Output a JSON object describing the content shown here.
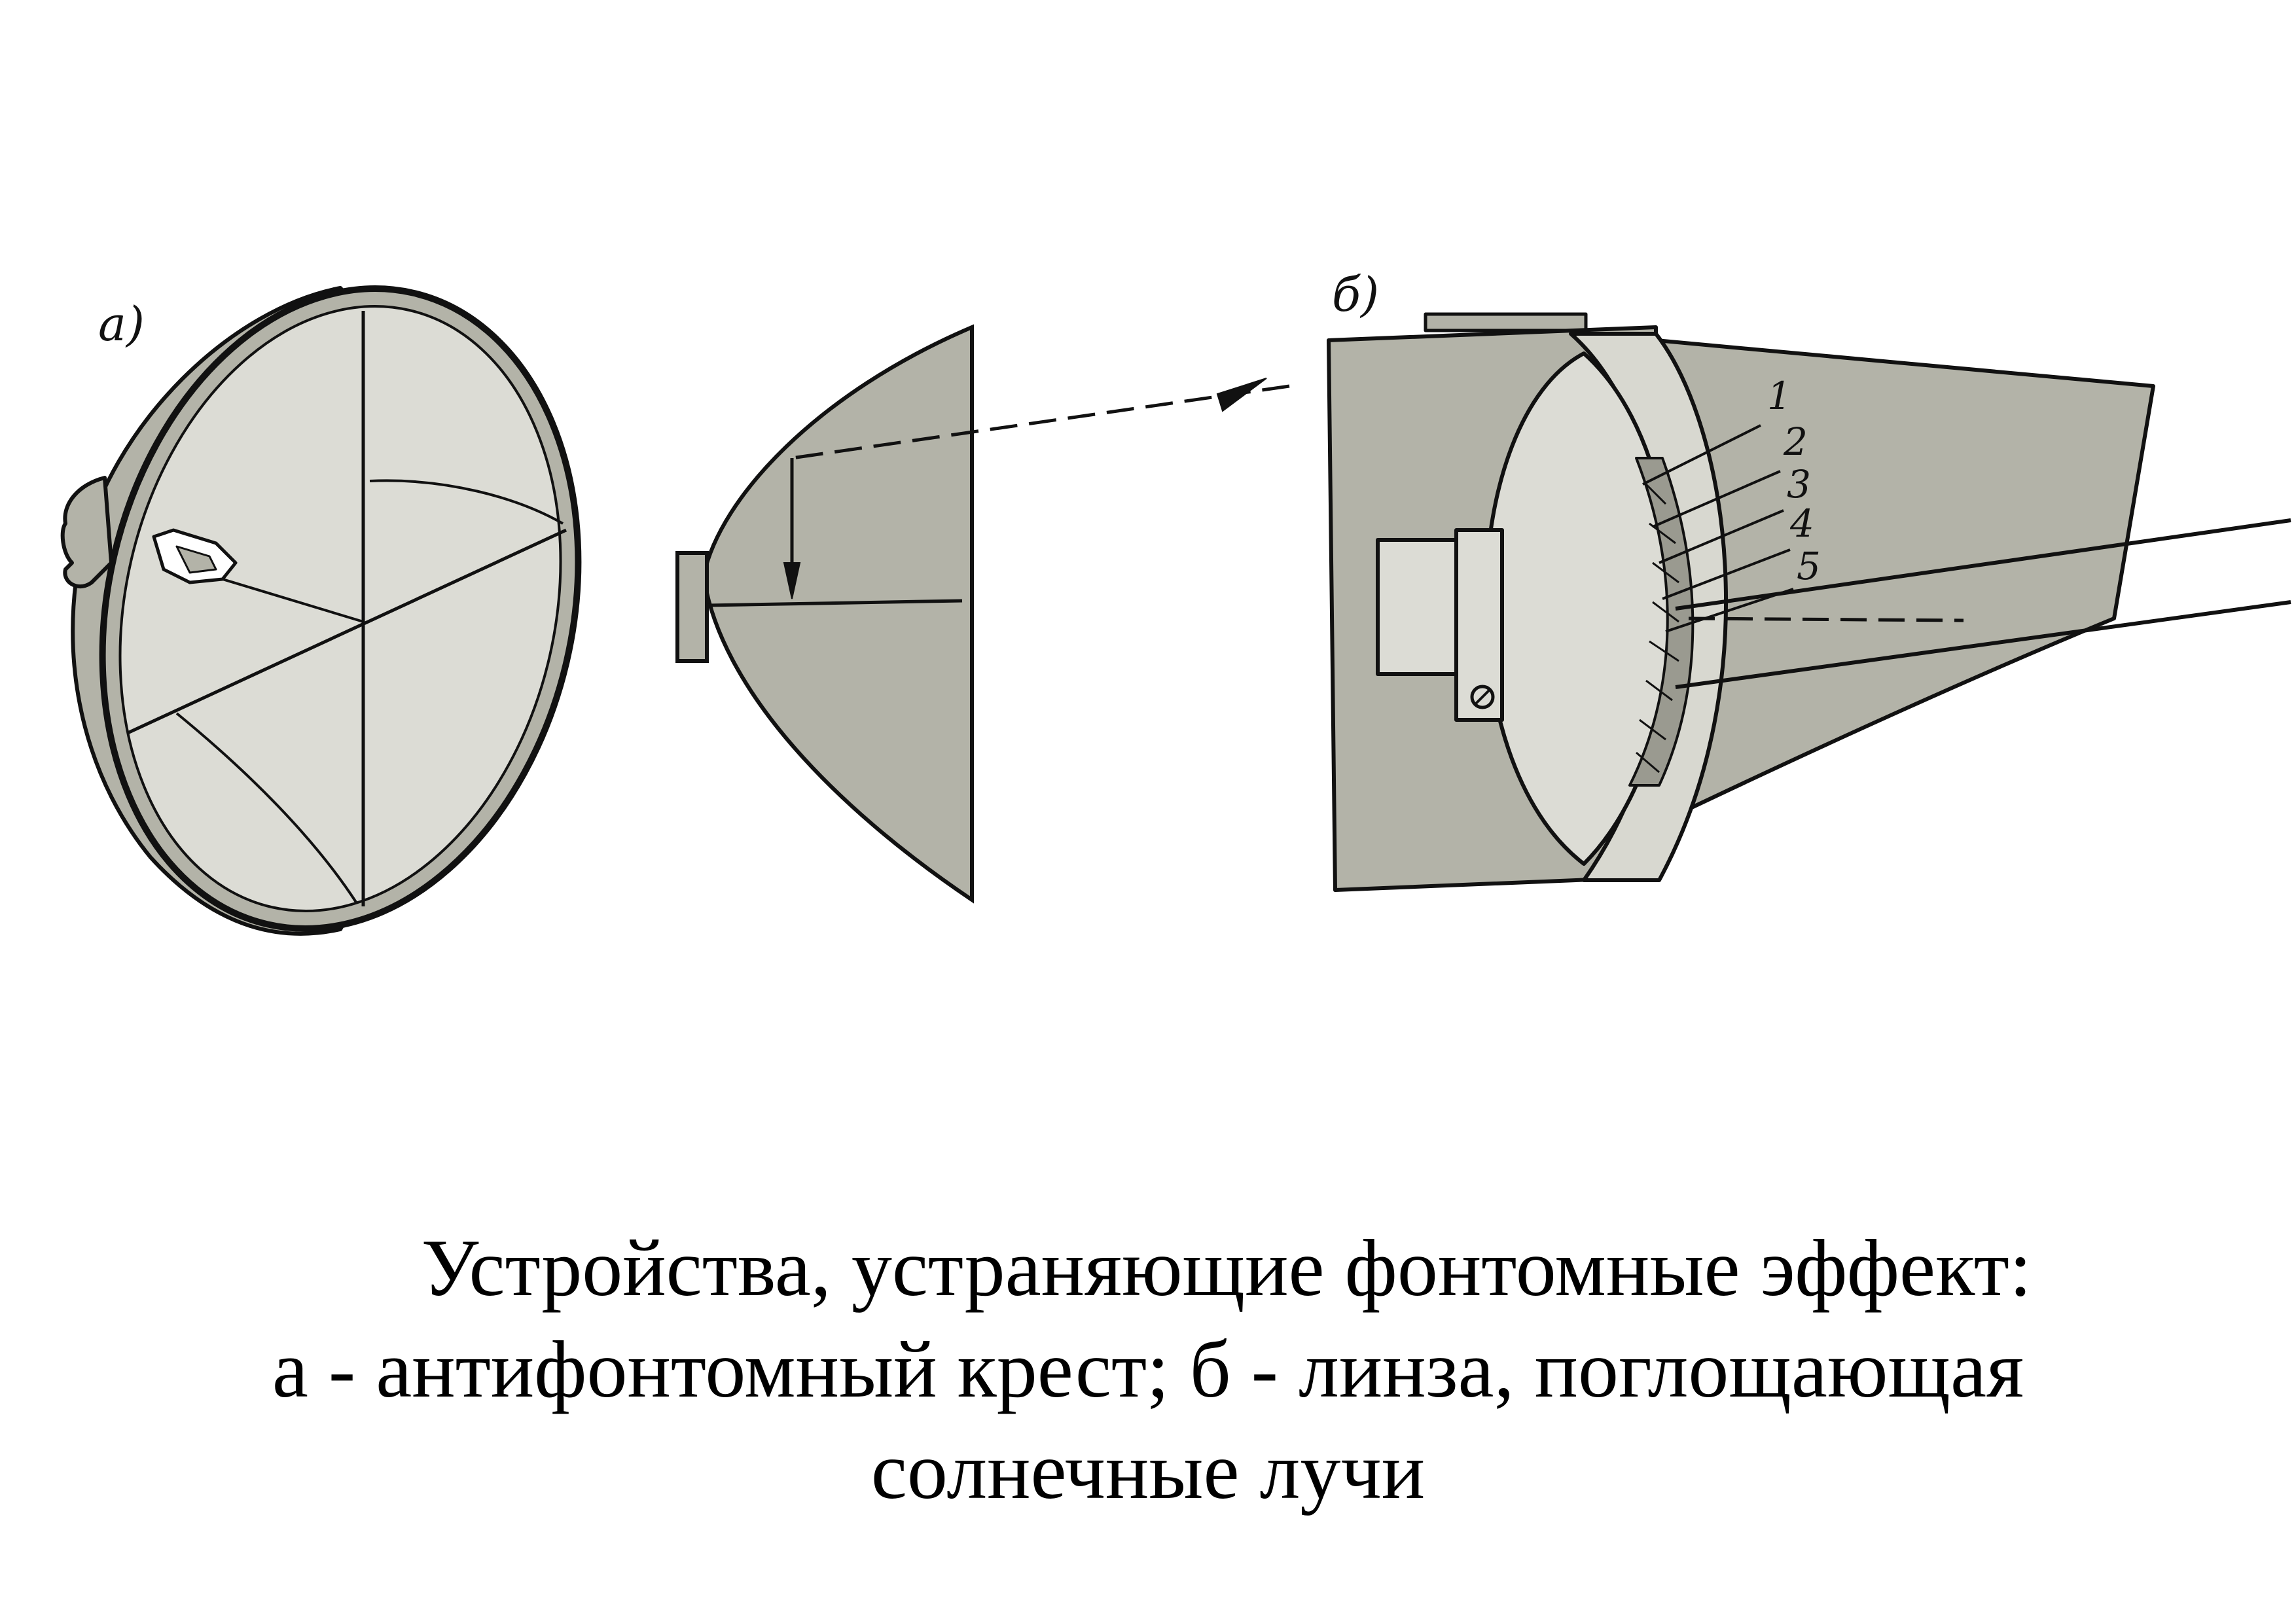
{
  "labels": {
    "a": "а)",
    "b": "б)"
  },
  "parts": [
    "1",
    "2",
    "3",
    "4",
    "5"
  ],
  "caption": {
    "line1": "Устройства, устраняющие фонтомные эффект:",
    "line2": "а - антифонтомный крест; б - линза, поглощающая",
    "line3": "солнечные лучи"
  },
  "colors": {
    "body": "#b3b3a8",
    "inner": "#dcdcd5",
    "ink": "#111111",
    "background": "#ffffff"
  }
}
